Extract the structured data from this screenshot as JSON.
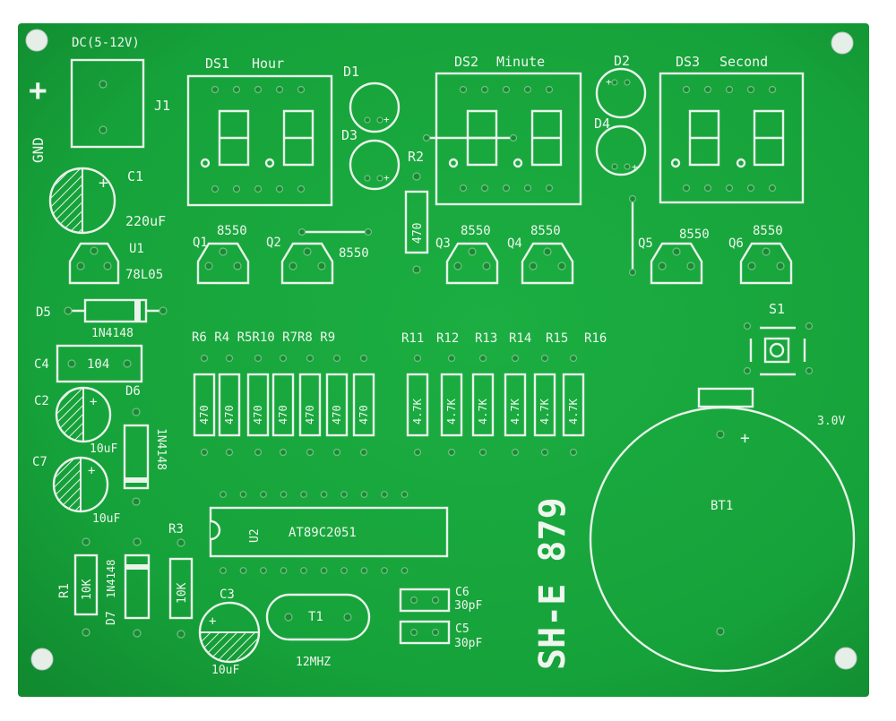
{
  "board": {
    "model": "SH-E 879",
    "colors": {
      "pcb": "#16a23a",
      "silkscreen": "#eef6ee"
    }
  },
  "power": {
    "input": "DC(5-12V)",
    "plus": "+",
    "gnd": "GND",
    "jack": "J1"
  },
  "displays": [
    {
      "ref": "DS1",
      "name": "Hour"
    },
    {
      "ref": "DS2",
      "name": "Minute"
    },
    {
      "ref": "DS3",
      "name": "Second"
    }
  ],
  "leds": [
    "D1",
    "D2",
    "D3",
    "D4"
  ],
  "transistors": [
    {
      "ref": "Q1",
      "value": "8550"
    },
    {
      "ref": "Q2",
      "value": "8550"
    },
    {
      "ref": "Q3",
      "value": "8550"
    },
    {
      "ref": "Q4",
      "value": "8550"
    },
    {
      "ref": "Q5",
      "value": "8550"
    },
    {
      "ref": "Q6",
      "value": "8550"
    }
  ],
  "resistors_470": {
    "labels": [
      "R6",
      "R4",
      "R5",
      "R10",
      "R7",
      "R8",
      "R9"
    ],
    "label_text": "R6 R4 R5R10 R7R8 R9",
    "value": "470"
  },
  "resistors_4k7": {
    "labels": [
      "R11",
      "R12",
      "R13",
      "R14",
      "R15",
      "R16"
    ],
    "value": "4.7K"
  },
  "r2": {
    "ref": "R2",
    "value": "470"
  },
  "r1": {
    "ref": "R1",
    "value": "10K"
  },
  "r3": {
    "ref": "R3",
    "value": "10K"
  },
  "capacitors": {
    "c1": {
      "ref": "C1",
      "value": "220uF"
    },
    "c2": {
      "ref": "C2",
      "value": "10uF"
    },
    "c3": {
      "ref": "C3",
      "value": "10uF"
    },
    "c4": {
      "ref": "C4",
      "value": "104"
    },
    "c5": {
      "ref": "C5",
      "value": "30pF"
    },
    "c6": {
      "ref": "C6",
      "value": "30pF"
    },
    "c7": {
      "ref": "C7",
      "value": "10uF"
    }
  },
  "regulator": {
    "ref": "U1",
    "value": "78L05"
  },
  "diodes": {
    "d5": {
      "ref": "D5",
      "value": "1N4148"
    },
    "d6": {
      "ref": "D6",
      "value": "1N4148"
    },
    "d7": {
      "ref": "D7",
      "value": "1N4148"
    }
  },
  "mcu": {
    "ref": "U2",
    "value": "AT89C2051"
  },
  "crystal": {
    "ref": "T1",
    "value": "12MHZ"
  },
  "switch": {
    "ref": "S1"
  },
  "battery": {
    "ref": "BT1",
    "voltage": "3.0V",
    "plus": "+"
  }
}
